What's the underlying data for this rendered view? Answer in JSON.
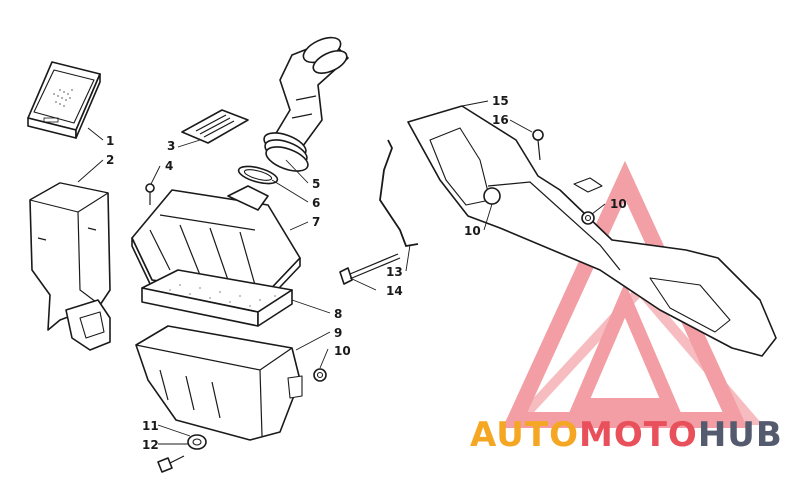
{
  "callouts": [
    {
      "id": "1",
      "label": "1"
    },
    {
      "id": "2",
      "label": "2"
    },
    {
      "id": "3",
      "label": "3"
    },
    {
      "id": "4",
      "label": "4"
    },
    {
      "id": "5",
      "label": "5"
    },
    {
      "id": "6",
      "label": "6"
    },
    {
      "id": "7",
      "label": "7"
    },
    {
      "id": "8",
      "label": "8"
    },
    {
      "id": "9",
      "label": "9"
    },
    {
      "id": "10a",
      "label": "10"
    },
    {
      "id": "10b",
      "label": "10"
    },
    {
      "id": "10c",
      "label": "10"
    },
    {
      "id": "11",
      "label": "11"
    },
    {
      "id": "12",
      "label": "12"
    },
    {
      "id": "13",
      "label": "13"
    },
    {
      "id": "14",
      "label": "14"
    },
    {
      "id": "15",
      "label": "15"
    },
    {
      "id": "16",
      "label": "16"
    }
  ],
  "watermark": {
    "part1": "AUTO",
    "part2": "MOTO",
    "part3": "HUB",
    "color_orange": "#f5a623",
    "color_red": "#e8505b",
    "color_gray": "#555b6e"
  }
}
